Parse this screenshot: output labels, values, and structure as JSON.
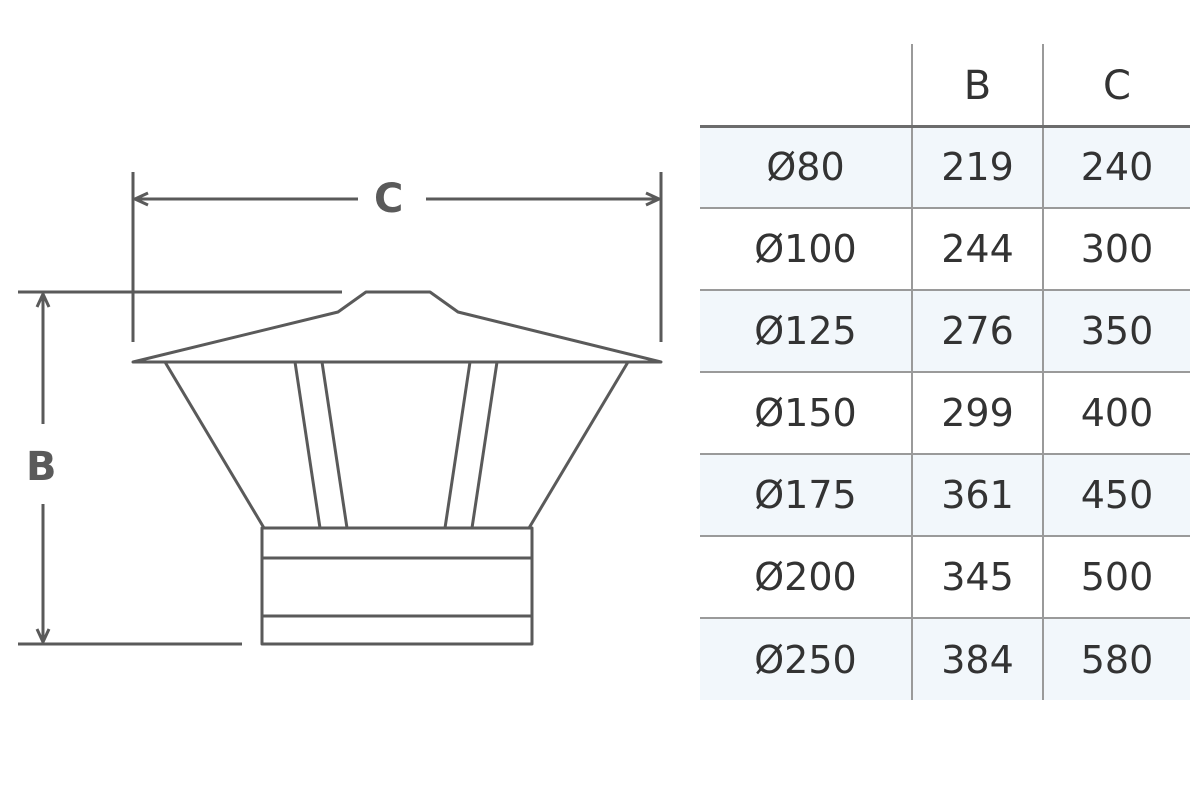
{
  "drawing": {
    "dimension_width_label": "C",
    "dimension_height_label": "B",
    "line_color": "#5a5a5a"
  },
  "table": {
    "headers": [
      "",
      "B",
      "C"
    ],
    "rows": [
      {
        "diameter": "Ø80",
        "b": "219",
        "c": "240"
      },
      {
        "diameter": "Ø100",
        "b": "244",
        "c": "300"
      },
      {
        "diameter": "Ø125",
        "b": "276",
        "c": "350"
      },
      {
        "diameter": "Ø150",
        "b": "299",
        "c": "400"
      },
      {
        "diameter": "Ø175",
        "b": "361",
        "c": "450"
      },
      {
        "diameter": "Ø200",
        "b": "345",
        "c": "500"
      },
      {
        "diameter": "Ø250",
        "b": "384",
        "c": "580"
      }
    ],
    "stripe_color": "#f2f7fb"
  }
}
